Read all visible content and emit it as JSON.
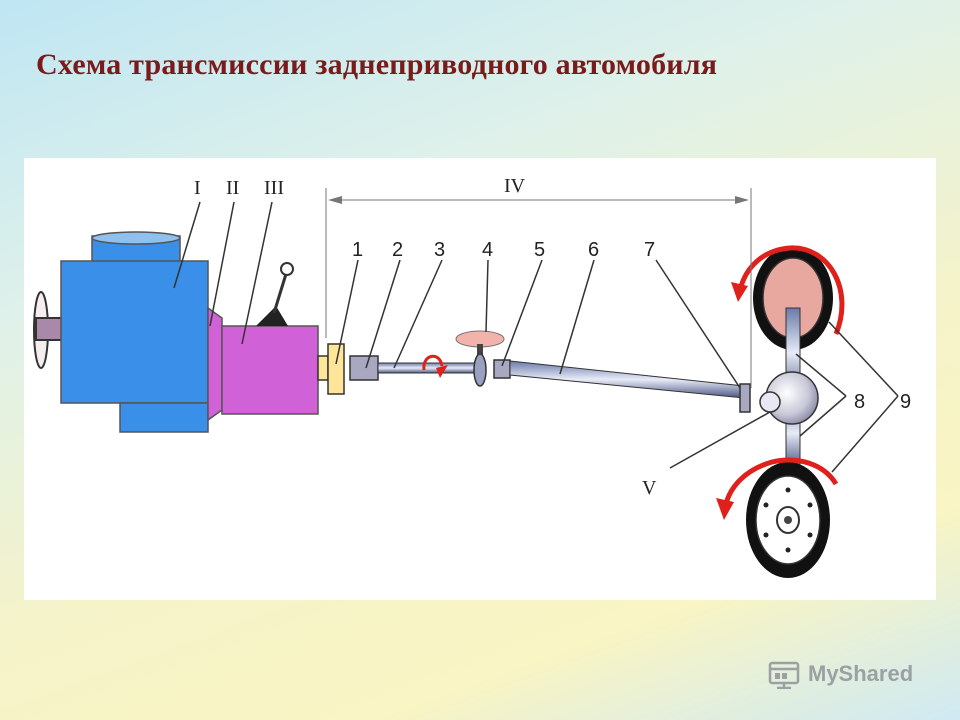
{
  "title": "Схема трансмиссии заднеприводного автомобиля",
  "diagram": {
    "section_labels": [
      "I",
      "II",
      "III",
      "IV",
      "V"
    ],
    "part_labels": [
      "1",
      "2",
      "3",
      "4",
      "5",
      "6",
      "7",
      "8",
      "9"
    ],
    "colors": {
      "engine": "#3a8fe8",
      "gearbox": "#d061d6",
      "arrow": "#e0201a",
      "tire": "#111111",
      "hub": "#e8a8a0"
    }
  },
  "watermark": {
    "text": "MyShared",
    "icon": "myshared-logo-icon"
  }
}
